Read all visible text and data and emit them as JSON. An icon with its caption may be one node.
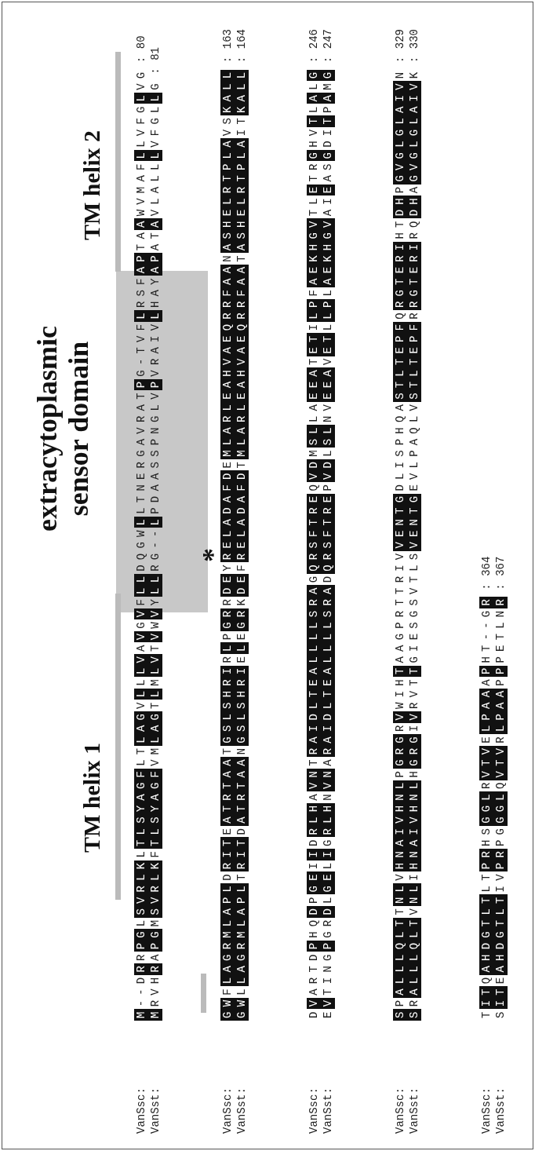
{
  "diagram": {
    "labels": [
      "TM helix 1",
      "extracytoplasmic sensor domain",
      "TM helix 2",
      "*",
      "VanSsc:",
      "M--DRRPGLSVRLKLTLSYAGFLTLAGVLLLVAVGVFLLDQGWLLTNERGAVRATPG-TVFLRSFAPTAAWVMAFLLVFGLVG",
      ":",
      "80",
      "VanSst:",
      "MRVHRAPGMSVRLKFTLSYAGFVMLAGTLMLVTVWVYLLRG--LPDAASSPNGLVPVRAIVLHAYAPATAVLALLLVFGLLG",
      ":",
      "81",
      "VanSsc:",
      "GWFLAGRMLAPLDRITEATRTAATGSLSHRIRLPGRRDEYRELADAFDEMLARLEAHVAEQRRFAANASHELRTPLAVSKALL",
      ":",
      "163",
      "VanSst:",
      "GWLLAGRMLAPLTRITDATRTAANGSLSHRIELEGRKDEFRELADAFDTMLARLEAHVAEQRRFAATASHELRTPLAITKALL",
      ":",
      "164",
      "VanSsc:",
      "DVARTDPHQDPGEIIDRLHAVNTRAIDLTEALLLLSRAGQRSFTREQVDMSLLAEEATETILPFAEKHGVTLETRGHVTLALG",
      ":",
      "246",
      "VanSst:",
      "EVTINGPGRDLGELIGRLHNVNARAIDLTEALLLLSRADQRSFTREPVDLSLNVEEAVETLLPLAEKHGVAIEASGDITPAMG",
      ":",
      "247",
      "VanSsc:",
      "SPALLLQLTTNLVHNAIVHNLPGRGRVWIHTAAGPRTTRIVVENTGDLISPHQASTLTEPFQRGTERIHTDHPGVGLGLAIVN",
      ":",
      "329",
      "VanSst:",
      "SRALLLQLTVNLIHNAIVHNLHGRGIVRVTTGIESGSVTLSVENTGEVLPAQLVSTLTEPFRRGTERIRQDHAGVGLGLAIVK",
      ":",
      "330",
      "VanSsc:",
      "TITQAHDGTLTLTPRHSGGLRVTVELPAAAPHT--GR",
      ":",
      "364",
      "VanSst:",
      "SITEAHDGTLTIVPRPGGGLQVTVRLPAAPPPETLNR",
      ":",
      "367"
    ]
  }
}
